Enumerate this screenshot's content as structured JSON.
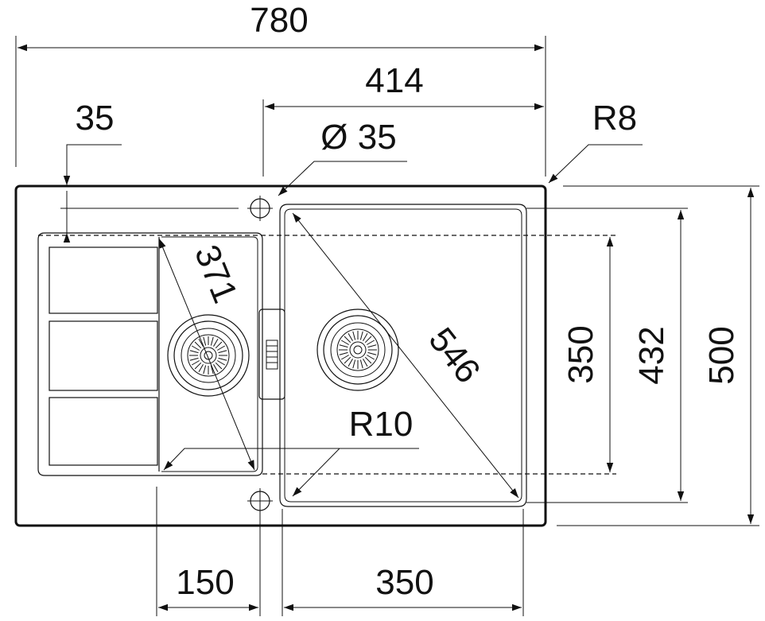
{
  "dimensions": {
    "overall_width": "780",
    "bowl_section_width": "414",
    "tap_offset": "35",
    "tap_hole": "Ø 35",
    "corner_radius_outer": "R8",
    "drainer_diagonal": "371",
    "bowl_diagonal": "546",
    "bowl_inner_radius": "R10",
    "bowl_depth": "350",
    "bowl_outer_depth": "432",
    "overall_depth": "500",
    "drainer_width": "150",
    "bowl_width": "350"
  }
}
